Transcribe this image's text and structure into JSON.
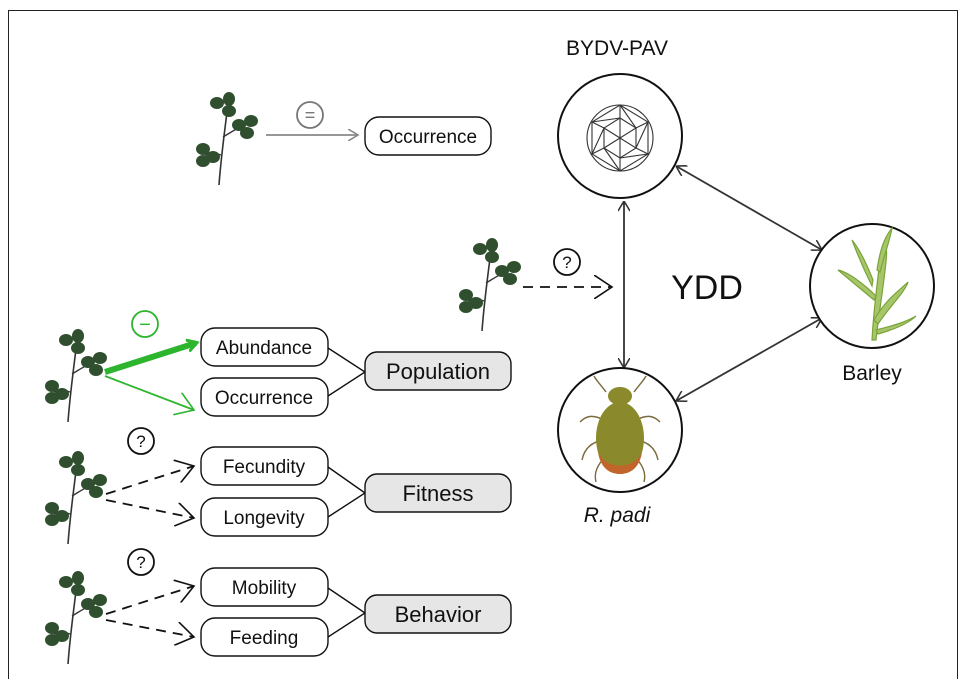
{
  "colors": {
    "leaf": "#2f4f2f",
    "leaf_dark": "#1f3a20",
    "stem": "#333333",
    "green_accent": "#2db52d",
    "gray_arrow": "#888888",
    "group_fill": "#e6e6e6",
    "aphid_body": "#8a8a2c",
    "aphid_band": "#c0652b",
    "barley": "#8fb34a"
  },
  "legend_top": {
    "symbol": "=",
    "label": "Occurrence"
  },
  "center": {
    "clover_symbol": "?",
    "ydd_label": "YDD"
  },
  "nodes": {
    "virus_label": "BYDV-PAV",
    "barley_label": "Barley",
    "aphid_label": "R. padi"
  },
  "population": {
    "symbol": "−",
    "items": [
      "Abundance",
      "Occurrence"
    ],
    "group_label": "Population"
  },
  "fitness": {
    "symbol": "?",
    "items": [
      "Fecundity",
      "Longevity"
    ],
    "group_label": "Fitness"
  },
  "behavior": {
    "symbol": "?",
    "items": [
      "Mobility",
      "Feeding"
    ],
    "group_label": "Behavior"
  }
}
